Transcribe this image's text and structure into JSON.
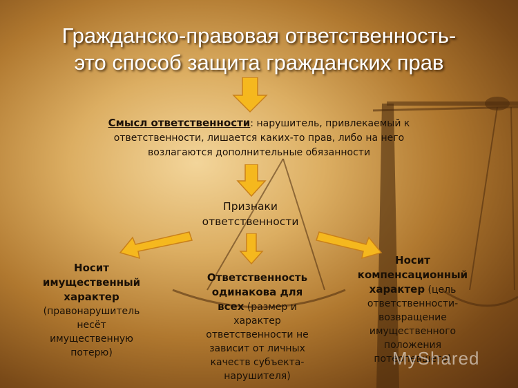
{
  "title": {
    "line1": "Гражданско-правовая ответственность-",
    "line2": "это способ защита гражданских прав"
  },
  "meaning": {
    "term": "Смысл ответственности",
    "colon": ":",
    "text": " нарушитель,  привлекаемый к ответственности, лишается каких-то прав, либо на него возлагаются дополнительные обязанности"
  },
  "signs": {
    "line1": "Признаки",
    "line2": "ответственности"
  },
  "blocks": [
    {
      "bold": "Носит имущественный характер",
      "text": " (правонарушитель несёт имущественную потерю)"
    },
    {
      "bold": "Ответственность одинакова для всех",
      "text": " (размер и характер ответственности не зависит от личных качеств субъекта-нарушителя)"
    },
    {
      "bold": "Носит компенсационный характер",
      "text": " (цель ответственности-возвращение имущественного положения потерпевшего)"
    }
  ],
  "watermark": "MyShared",
  "colors": {
    "arrow": "#f5b81e",
    "text": "#1a1006",
    "title": "#ffffff"
  }
}
